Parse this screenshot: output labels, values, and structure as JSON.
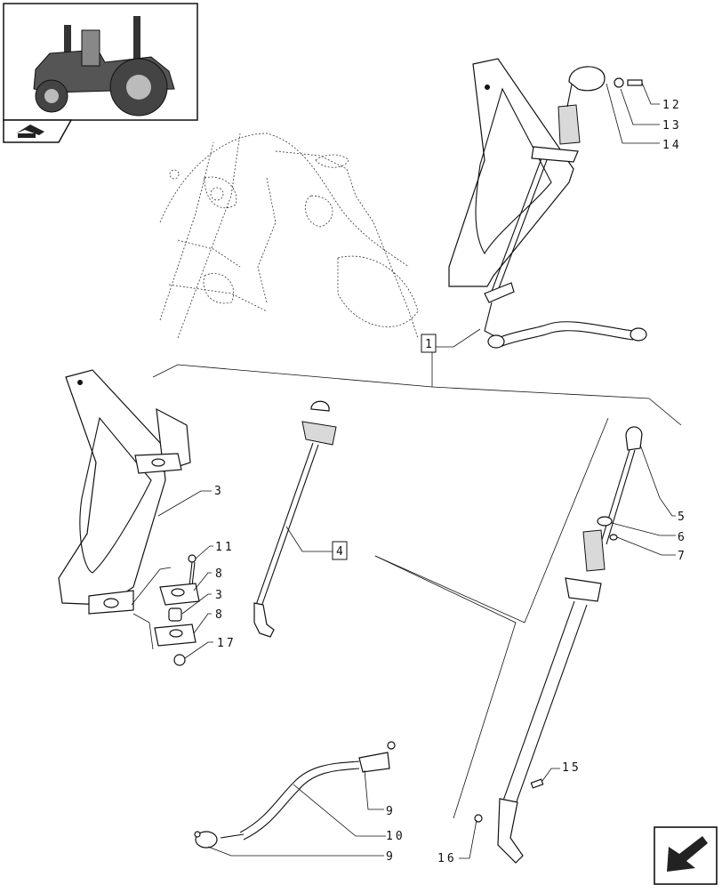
{
  "callouts": {
    "c1": "1",
    "c3a": "3",
    "c3b": "3",
    "c4": "4",
    "c5": "5",
    "c6": "6",
    "c7": "7",
    "c8a": "8",
    "c8b": "8",
    "c9a": "9",
    "c9b": "9",
    "c10": "10",
    "c11": "11",
    "c12": "12",
    "c13": "13",
    "c14": "14",
    "c15": "15",
    "c16": "16",
    "c17": "17"
  },
  "icons": {
    "thumbnail": "tractor-thumbnail-icon",
    "section_nav": "section-arrow-icon",
    "next_page": "next-page-arrow-icon"
  }
}
